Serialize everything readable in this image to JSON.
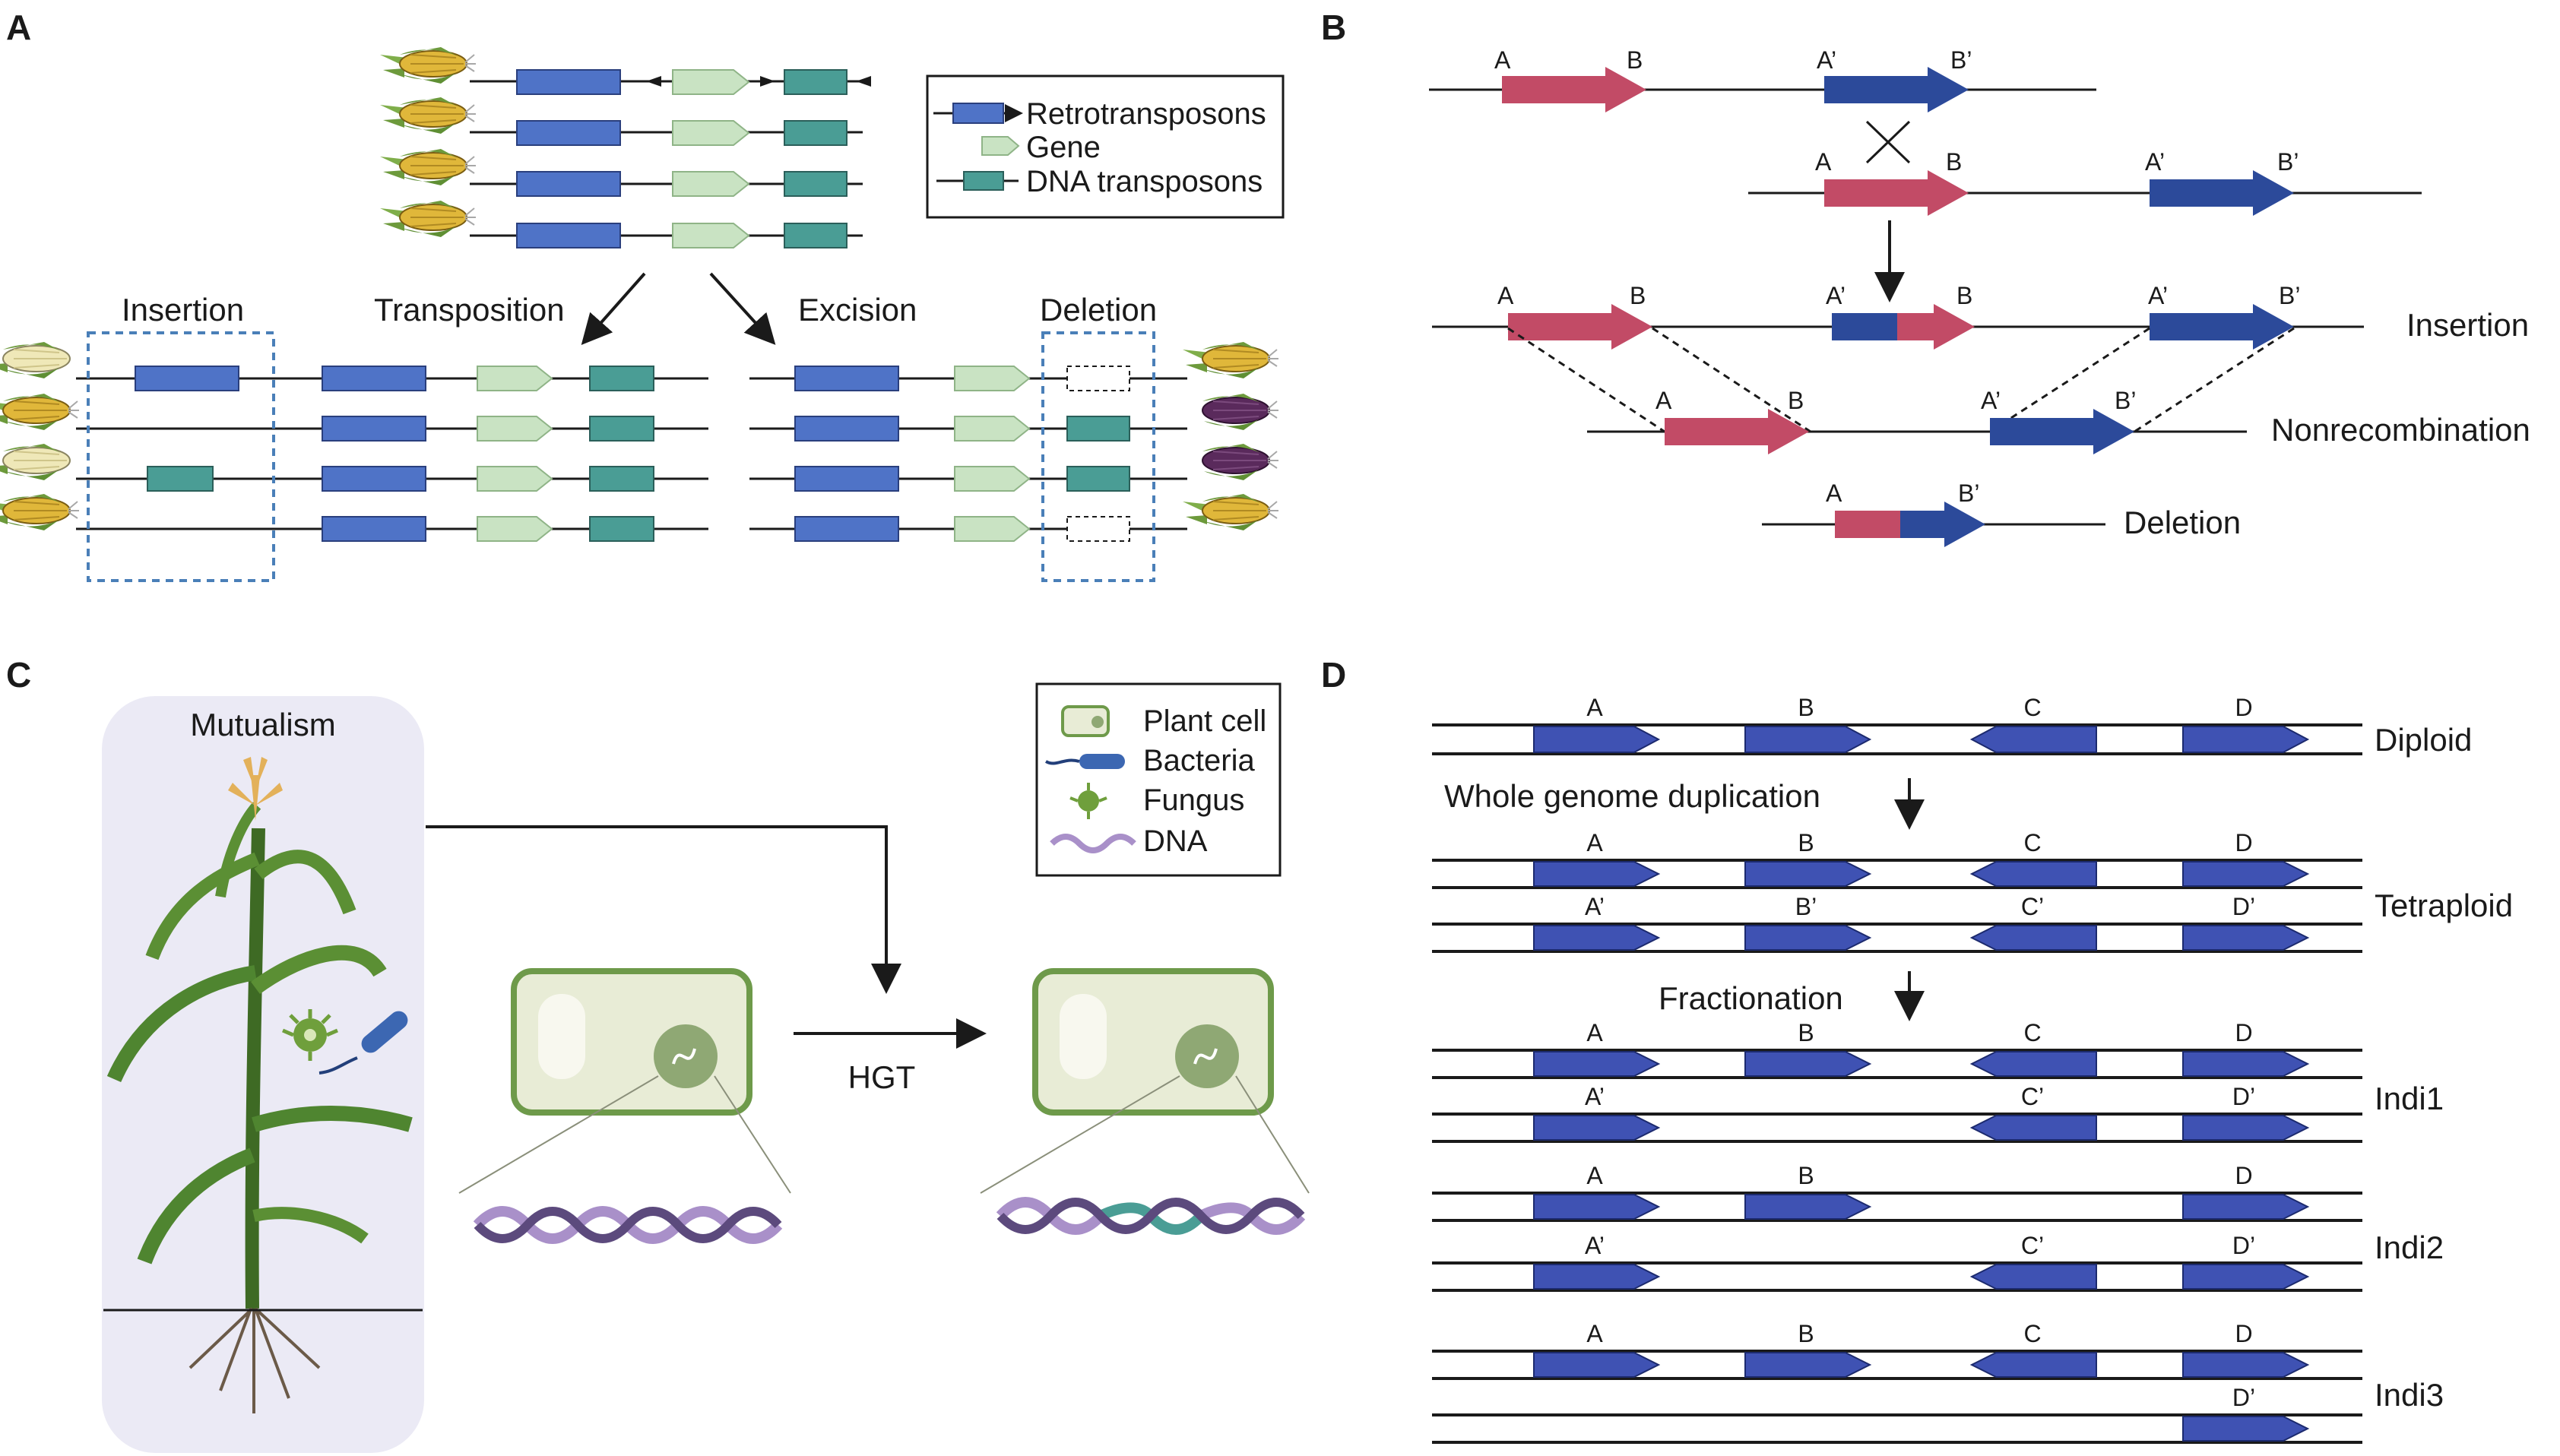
{
  "panels": {
    "a": {
      "letter": "A",
      "legend": {
        "retro": "Retrotransposons",
        "gene": "Gene",
        "dna": "DNA transposons"
      },
      "labels": {
        "insertion": "Insertion",
        "transposition": "Transposition",
        "excision": "Excision",
        "deletion": "Deletion"
      }
    },
    "b": {
      "letter": "B",
      "marks": {
        "a": "A",
        "b": "B",
        "a_prime": "A’",
        "b_prime": "B’"
      },
      "labels": {
        "insertion": "Insertion",
        "nonrecombination": "Nonrecombination",
        "deletion": "Deletion"
      }
    },
    "c": {
      "letter": "C",
      "mutualism": "Mutualism",
      "hgt": "HGT",
      "legend": {
        "plant_cell": "Plant cell",
        "bacteria": "Bacteria",
        "fungus": "Fungus",
        "dna": "DNA"
      }
    },
    "d": {
      "letter": "D",
      "genes": {
        "a": "A",
        "b": "B",
        "c": "C",
        "d": "D",
        "a_prime": "A’",
        "b_prime": "B’",
        "c_prime": "C’",
        "d_prime": "D’"
      },
      "steps": {
        "wgd": "Whole genome duplication",
        "fractionation": "Fractionation"
      },
      "rows": {
        "diploid": "Diploid",
        "tetraploid": "Tetraploid",
        "indi1": "Indi1",
        "indi2": "Indi2",
        "indi3": "Indi3"
      }
    }
  },
  "colors": {
    "retrotransposon": "#4f73c7",
    "gene": "#c9e3c3",
    "dna_transposon": "#4a9d95",
    "segment_red": "#c24b66",
    "segment_blue": "#2c4a9a",
    "gene_block": "#3f52b3",
    "mutualism_bg": "#ebeaf5",
    "cell_green": "#6e9a4a"
  }
}
